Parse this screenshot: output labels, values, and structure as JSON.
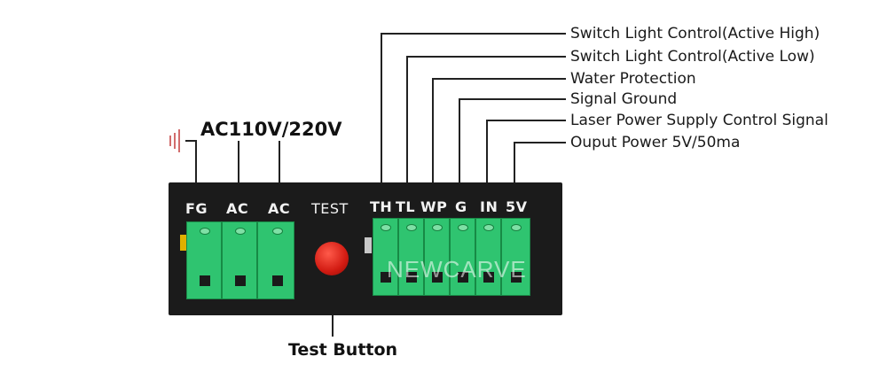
{
  "power_label": "AC110V/220V",
  "button_label": "Test Button",
  "watermark": "NEWCARVE",
  "panel_labels": {
    "fg": "FG",
    "ac1": "AC",
    "ac2": "AC",
    "test": "TEST",
    "th": "TH",
    "tl": "TL",
    "wp": "WP",
    "g": "G",
    "in": "IN",
    "v5": "5V"
  },
  "signal_labels": [
    "Switch Light Control(Active High)",
    "Switch Light Control(Active Low)",
    "Water Protection",
    "Signal Ground",
    "Laser Power Supply Control Signal",
    "Ouput Power 5V/50ma"
  ],
  "colors": {
    "terminal_green": "#2fc470",
    "panel_black": "#1b1b1b",
    "button_red": "#d21b12"
  },
  "icons": [
    "ground-symbol-icon"
  ]
}
